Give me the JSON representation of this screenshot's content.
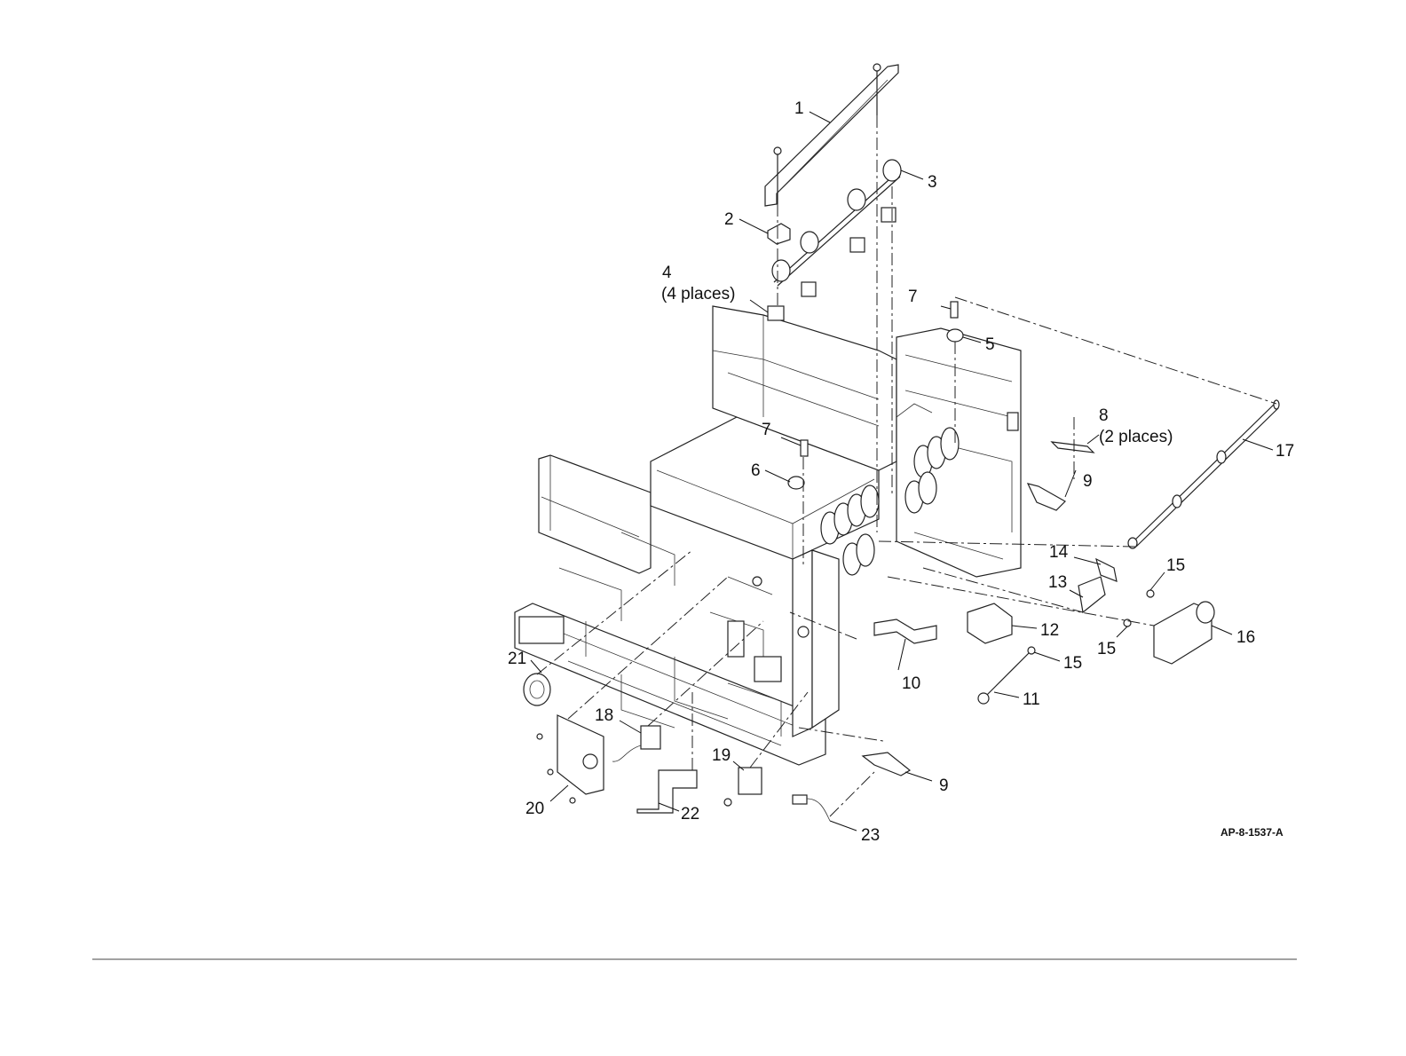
{
  "figure": {
    "reference_code": "AP-8-1537-A",
    "callouts": [
      {
        "id": "c1",
        "text": "1"
      },
      {
        "id": "c2",
        "text": "2"
      },
      {
        "id": "c3",
        "text": "3"
      },
      {
        "id": "c4",
        "text": "4"
      },
      {
        "id": "c4b",
        "text": "(4 places)"
      },
      {
        "id": "c5",
        "text": "5"
      },
      {
        "id": "c6",
        "text": "6"
      },
      {
        "id": "c7a",
        "text": "7"
      },
      {
        "id": "c7b",
        "text": "7"
      },
      {
        "id": "c8",
        "text": "8"
      },
      {
        "id": "c8b",
        "text": "(2 places)"
      },
      {
        "id": "c9a",
        "text": "9"
      },
      {
        "id": "c9b",
        "text": "9"
      },
      {
        "id": "c10",
        "text": "10"
      },
      {
        "id": "c11",
        "text": "11"
      },
      {
        "id": "c12",
        "text": "12"
      },
      {
        "id": "c13",
        "text": "13"
      },
      {
        "id": "c14",
        "text": "14"
      },
      {
        "id": "c15a",
        "text": "15"
      },
      {
        "id": "c15b",
        "text": "15"
      },
      {
        "id": "c15c",
        "text": "15"
      },
      {
        "id": "c16",
        "text": "16"
      },
      {
        "id": "c17",
        "text": "17"
      },
      {
        "id": "c18",
        "text": "18"
      },
      {
        "id": "c19",
        "text": "19"
      },
      {
        "id": "c20",
        "text": "20"
      },
      {
        "id": "c21",
        "text": "21"
      },
      {
        "id": "c22",
        "text": "22"
      },
      {
        "id": "c23",
        "text": "23"
      }
    ]
  }
}
